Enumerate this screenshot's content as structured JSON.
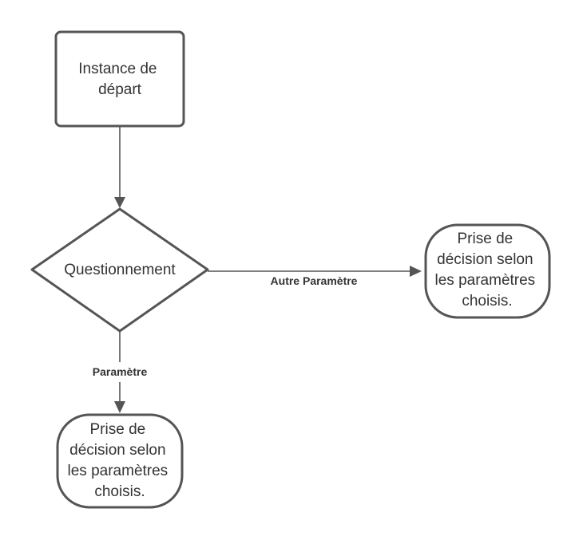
{
  "diagram": {
    "nodes": {
      "start": {
        "lines": [
          "Instance de",
          "départ"
        ]
      },
      "question": {
        "label": "Questionnement"
      },
      "decision_right": {
        "lines": [
          "Prise de",
          "décision selon",
          "les paramètres",
          "choisis."
        ]
      },
      "decision_bottom": {
        "lines": [
          "Prise de",
          "décision selon",
          "les paramètres",
          "choisis."
        ]
      }
    },
    "edges": {
      "question_to_right": {
        "label": "Autre Paramètre"
      },
      "question_to_bottom": {
        "label": "Paramètre"
      }
    },
    "colors": {
      "stroke": "#555555",
      "text": "#333333",
      "fill": "#ffffff"
    }
  }
}
